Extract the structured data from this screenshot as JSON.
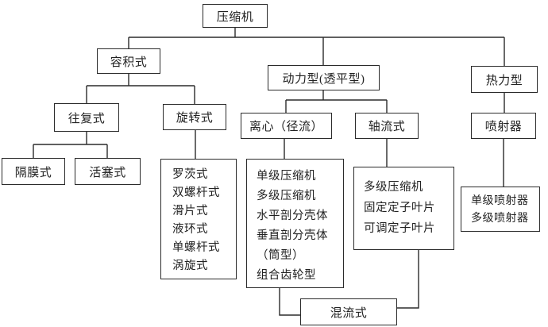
{
  "diagram": {
    "type": "tree-flowchart",
    "nodes": {
      "compressor": "压缩机",
      "volumetric": "容积式",
      "dynamic": "动力型(透平型)",
      "thermal": "热力型",
      "reciprocating": "往复式",
      "rotary": "旋转式",
      "centrifugal": "离心（径流）",
      "axial": "轴流式",
      "ejector": "喷射器",
      "diaphragm": "隔膜式",
      "piston": "活塞式",
      "mixed_flow": "混流式"
    },
    "lists": {
      "rotary_types": [
        "罗茨式",
        "双螺杆式",
        "滑片式",
        "液环式",
        "单螺杆式",
        "涡旋式"
      ],
      "centrifugal_types": [
        "单级压缩机",
        "多级压缩机",
        "水平剖分壳体",
        "垂直剖分壳体",
        "（筒型）",
        "组合齿轮型"
      ],
      "axial_types": [
        "多级压缩机",
        "固定定子叶片",
        "可调定子叶片"
      ],
      "ejector_types": [
        "单级喷射器",
        "多级喷射器"
      ]
    },
    "edges": [
      [
        "compressor",
        "volumetric"
      ],
      [
        "compressor",
        "dynamic"
      ],
      [
        "compressor",
        "thermal"
      ],
      [
        "volumetric",
        "reciprocating"
      ],
      [
        "volumetric",
        "rotary"
      ],
      [
        "reciprocating",
        "diaphragm"
      ],
      [
        "reciprocating",
        "piston"
      ],
      [
        "rotary",
        "rotary_types"
      ],
      [
        "dynamic",
        "centrifugal"
      ],
      [
        "dynamic",
        "axial"
      ],
      [
        "centrifugal",
        "centrifugal_types"
      ],
      [
        "axial",
        "axial_types"
      ],
      [
        "thermal",
        "ejector"
      ],
      [
        "ejector",
        "ejector_types"
      ],
      [
        "centrifugal_types",
        "mixed_flow"
      ],
      [
        "axial_types",
        "mixed_flow"
      ]
    ],
    "colors": {
      "line": "#2b2b2b",
      "text": "#222222",
      "background": "#ffffff"
    }
  }
}
